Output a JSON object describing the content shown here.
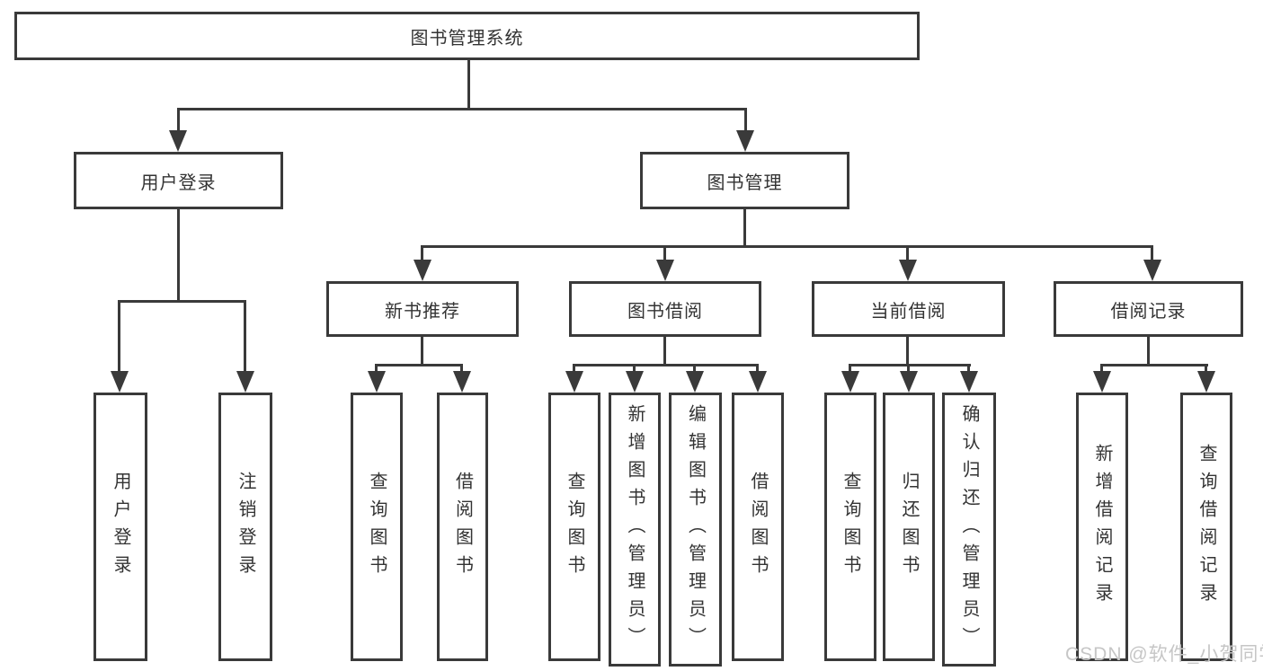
{
  "colors": {
    "line": "#3a3a3a",
    "text": "#333333",
    "watermark": "#c6c6c6",
    "box_background": "#ffffff"
  },
  "watermark": {
    "text": "CSDN @软件_小贺同学"
  },
  "tree": {
    "root": {
      "label": "图书管理系统",
      "children": [
        {
          "label": "用户登录",
          "children": [
            {
              "label": "用户登录"
            },
            {
              "label": "注销登录"
            }
          ]
        },
        {
          "label": "图书管理",
          "children": [
            {
              "label": "新书推荐",
              "children": [
                {
                  "label": "查询图书"
                },
                {
                  "label": "借阅图书"
                }
              ]
            },
            {
              "label": "图书借阅",
              "children": [
                {
                  "label": "查询图书"
                },
                {
                  "label": "新增图书（管理员）"
                },
                {
                  "label": "编辑图书（管理员）"
                },
                {
                  "label": "借阅图书"
                }
              ]
            },
            {
              "label": "当前借阅",
              "children": [
                {
                  "label": "查询图书"
                },
                {
                  "label": "归还图书"
                },
                {
                  "label": "确认归还（管理员）"
                }
              ]
            },
            {
              "label": "借阅记录",
              "children": [
                {
                  "label": "新增借阅记录"
                },
                {
                  "label": "查询借阅记录"
                }
              ]
            }
          ]
        }
      ]
    }
  }
}
